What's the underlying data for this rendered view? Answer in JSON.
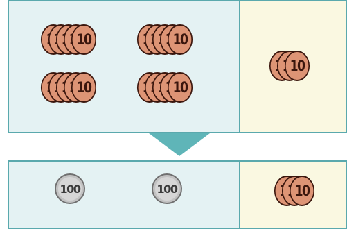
{
  "coin_groups": {
    "top_left_stacks": [
      {
        "count": 5,
        "denomination": "10"
      },
      {
        "count": 5,
        "denomination": "10"
      },
      {
        "count": 5,
        "denomination": "10"
      },
      {
        "count": 5,
        "denomination": "10"
      }
    ],
    "top_right_stacks": [
      {
        "count": 3,
        "denomination": "10"
      }
    ],
    "bottom_left_coins": [
      {
        "count": 1,
        "denomination": "100"
      },
      {
        "count": 1,
        "denomination": "100"
      }
    ],
    "bottom_right_stacks": [
      {
        "count": 3,
        "denomination": "10"
      }
    ]
  },
  "colors": {
    "panel_blue": "#e4f2f3",
    "panel_cream": "#faf8e1",
    "panel_border": "#5aa9ad",
    "arrow": "#5fb5b8",
    "copper_coin": "#dd9475",
    "copper_edge": "#3a160d",
    "silver_coin": "#d6d6d6"
  }
}
